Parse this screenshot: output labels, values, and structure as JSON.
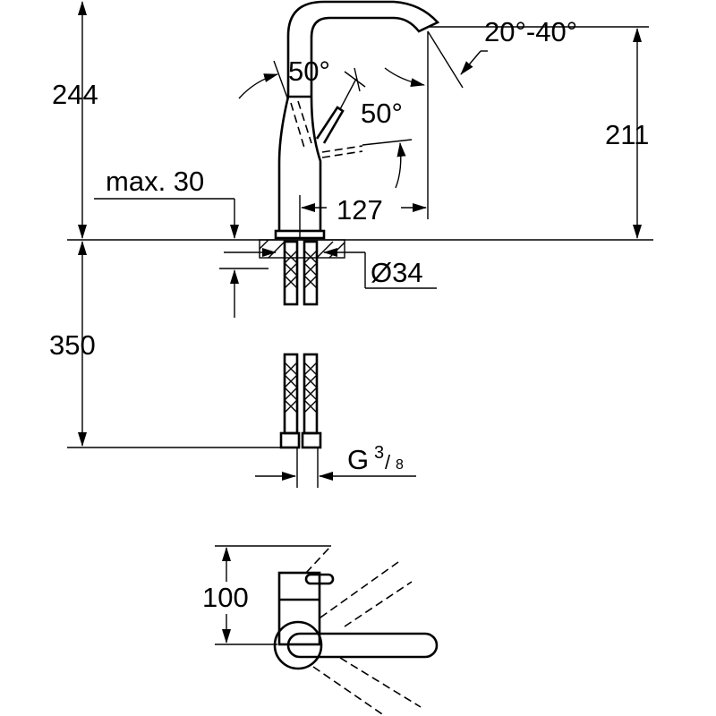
{
  "drawing": {
    "dimensions": {
      "total_height": "244",
      "spout_height": "211",
      "max_thickness": "max. 30",
      "reach": "127",
      "lever_angle_1": "50°",
      "lever_angle_2": "50°",
      "spout_swivel": "20°-40°",
      "hole_diameter": "Ø34",
      "hose_length": "350",
      "connection_thread": "G",
      "connection_num": "3",
      "connection_den": "8",
      "top_view_depth": "100"
    }
  }
}
